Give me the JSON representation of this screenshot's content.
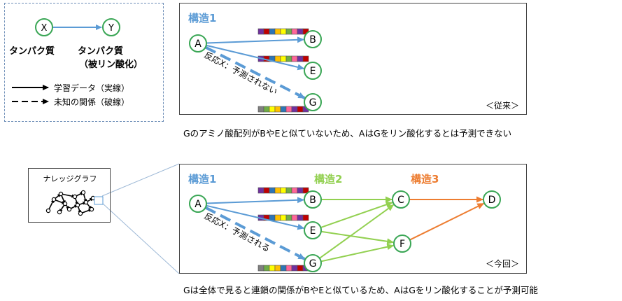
{
  "legend": {
    "node_x": "X",
    "node_y": "Y",
    "label_protein": "タンパク質",
    "label_protein_y": "タンパク質",
    "label_phosphorylated": "（被リン酸化）",
    "solid_line_label": "学習データ（実線）",
    "dashed_line_label": "未知の関係（破線）"
  },
  "top_panel": {
    "structure_label": "構造1",
    "nodes": {
      "a": "A",
      "b": "B",
      "e": "E",
      "g": "G"
    },
    "reaction_label": "反応X：予測されない",
    "tag": "＜従来＞",
    "caption": "Gのアミノ酸配列がBやEと似ていないため、AはGをリン酸化するとは予測できない"
  },
  "bottom_panel": {
    "structure1_label": "構造1",
    "structure2_label": "構造2",
    "structure3_label": "構造3",
    "nodes": {
      "a": "A",
      "b": "B",
      "c": "C",
      "d": "D",
      "e": "E",
      "f": "F",
      "g": "G"
    },
    "reaction_label": "反応X：予測される",
    "tag": "＜今回＞",
    "caption": "Gは全体で見ると連鎖の関係がBやEと似ているため、AはGをリン酸化することが予測可能"
  },
  "knowledge_graph": {
    "title": "ナレッジグラフ"
  },
  "colors": {
    "node_ring": "#3aa655",
    "structure1": "#5b9bd5",
    "structure2": "#92d050",
    "structure3": "#ed7d31"
  }
}
